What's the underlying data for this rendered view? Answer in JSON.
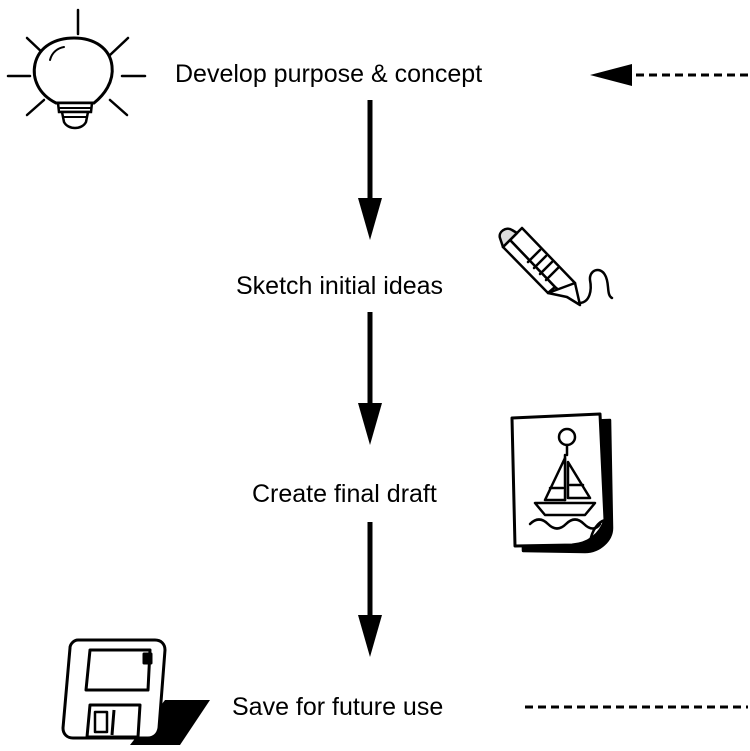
{
  "diagram": {
    "steps": [
      {
        "label": "Develop purpose & concept",
        "icon": "lightbulb-icon"
      },
      {
        "label": "Sketch initial ideas",
        "icon": "pencil-icon"
      },
      {
        "label": "Create final draft",
        "icon": "sailboat-drawing-icon"
      },
      {
        "label": "Save for future use",
        "icon": "floppy-disk-icon"
      }
    ],
    "connectors": {
      "solid_arrows": "step-to-step",
      "dashed_loop": "from last step back to first step"
    },
    "colors": {
      "ink": "#000000",
      "background": "#ffffff"
    }
  }
}
